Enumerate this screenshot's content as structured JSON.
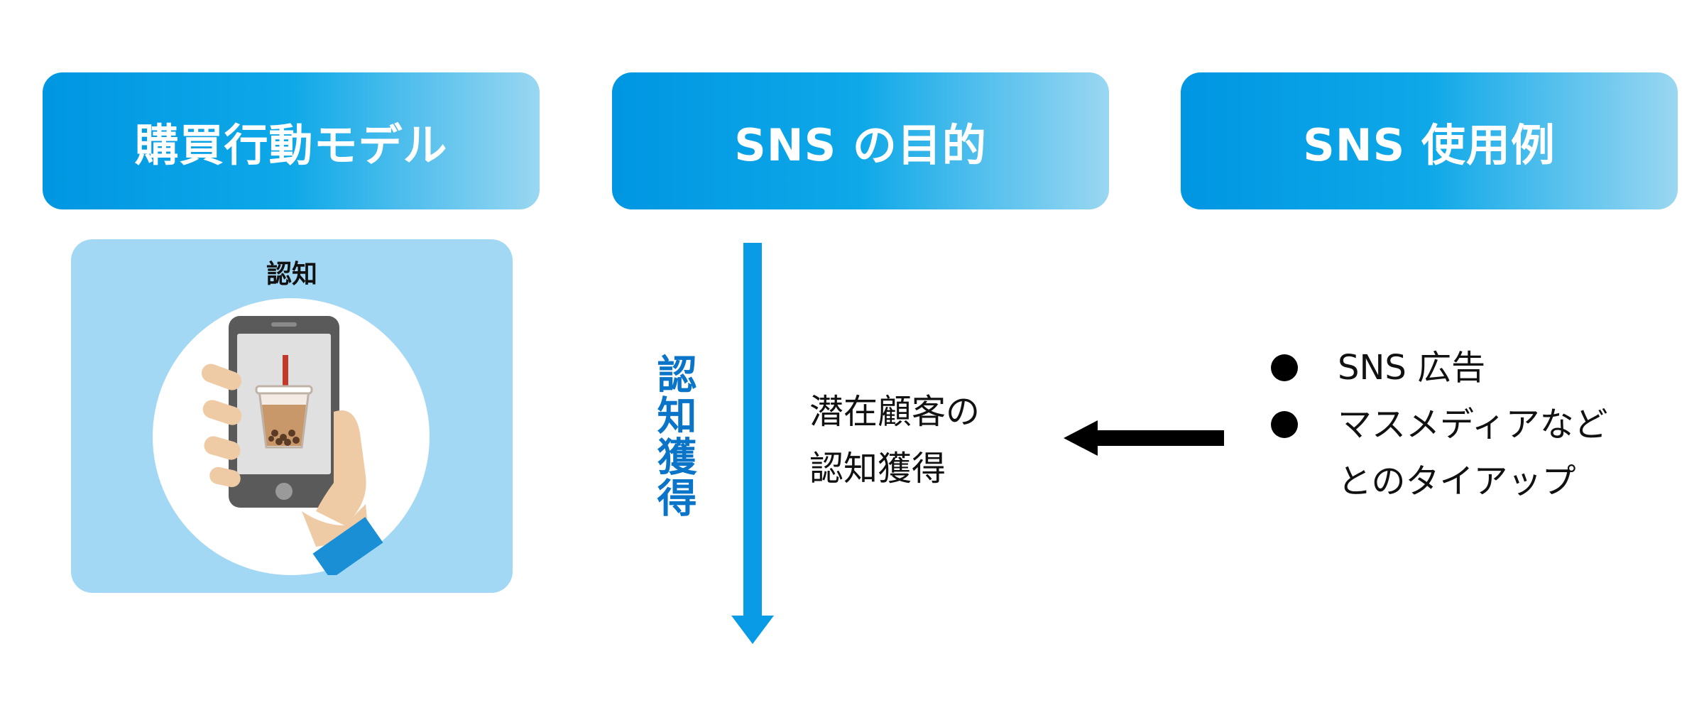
{
  "headers": [
    {
      "label": "購買行動モデル"
    },
    {
      "label": "SNS の目的"
    },
    {
      "label": "SNS 使用例"
    }
  ],
  "stage": {
    "label": "認知",
    "illustration": "hand-holding-phone-with-bubble-tea-icon"
  },
  "purpose": {
    "vertical_label": "認知獲得",
    "lines": [
      "潜在顧客の",
      "認知獲得"
    ]
  },
  "examples": [
    {
      "lines": [
        "SNS 広告"
      ]
    },
    {
      "lines": [
        "マスメディアなど",
        "とのタイアップ"
      ]
    }
  ],
  "colors": {
    "header_start": "#0096e2",
    "header_end": "#9ad7f1",
    "panel_bg": "#a3d8f5",
    "arrow_blue": "#0a9be6",
    "vertical_text": "#0a74c8"
  }
}
